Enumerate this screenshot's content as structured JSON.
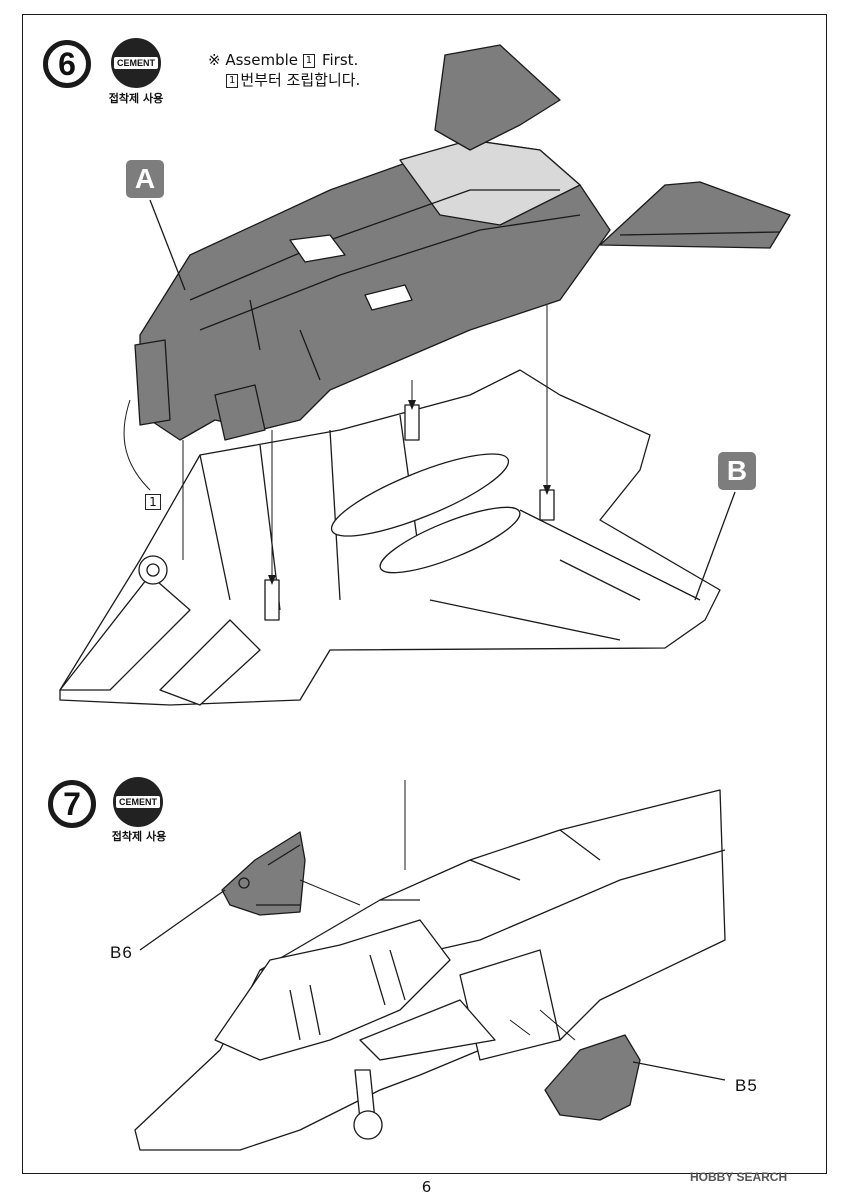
{
  "step6": {
    "number": "6",
    "cement_badge": "CEMENT",
    "cement_label": "접착제 사용",
    "note_marker": "※",
    "note_line1_prefix": "Assemble",
    "note_line1_box": "1",
    "note_line1_suffix": "First.",
    "note_line2_box": "1",
    "note_line2_text": "번부터 조립합니다.",
    "callout_a": "A",
    "callout_b": "B",
    "subassembly_box": "1"
  },
  "step7": {
    "number": "7",
    "cement_badge": "CEMENT",
    "cement_label": "접착제 사용",
    "part_b6": "B6",
    "part_b5": "B5"
  },
  "page_number": "6",
  "watermark": "HOBBY SEARCH",
  "colors": {
    "part_gray": "#7d7d7d",
    "line": "#1a1a1a",
    "light_fill": "#d9d9d9"
  }
}
